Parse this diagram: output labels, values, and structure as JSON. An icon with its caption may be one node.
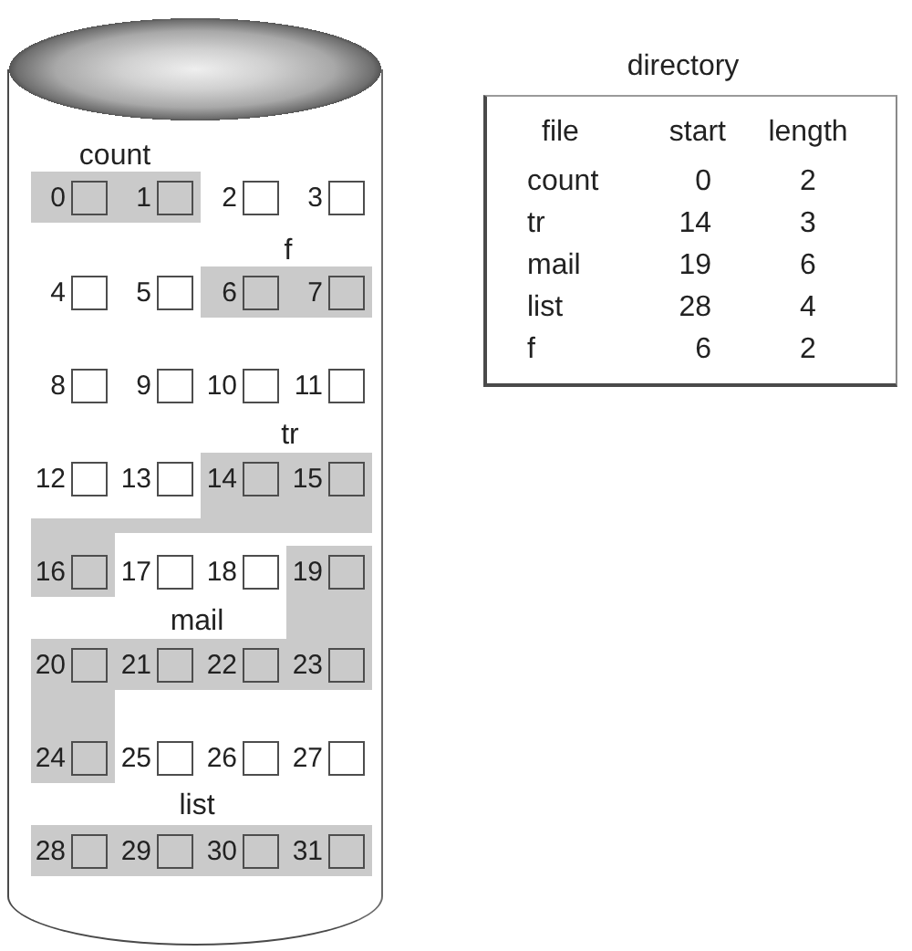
{
  "diagram": {
    "nodes": [
      {
        "text": [
          "count",
          "f",
          "tr",
          "mail",
          "list"
        ]
      },
      {
        "text": [],
        "shape": "box",
        "beside": [
          "0"
        ],
        "in": 0
      },
      {
        "text": [],
        "shape": "box",
        "beside": [
          "1"
        ],
        "in": 0
      },
      {
        "text": [],
        "shape": "box",
        "beside": [
          "2"
        ],
        "in": 0
      },
      {
        "text": [],
        "shape": "box",
        "beside": [
          "3"
        ],
        "in": 0
      },
      {
        "text": [],
        "shape": "box",
        "beside": [
          "4"
        ],
        "in": 0
      },
      {
        "text": [],
        "shape": "box",
        "beside": [
          "5"
        ],
        "in": 0
      },
      {
        "text": [],
        "shape": "box",
        "beside": [
          "6"
        ],
        "in": 0
      },
      {
        "text": [],
        "shape": "box",
        "beside": [
          "7"
        ],
        "in": 0
      },
      {
        "text": [],
        "shape": "box",
        "beside": [
          "8"
        ],
        "in": 0
      },
      {
        "text": [],
        "shape": "box",
        "beside": [
          "9"
        ],
        "in": 0
      },
      {
        "text": [],
        "shape": "box",
        "beside": [
          "10"
        ],
        "in": 0
      },
      {
        "text": [],
        "shape": "box",
        "beside": [
          "11"
        ],
        "in": 0
      },
      {
        "text": [],
        "shape": "box",
        "beside": [
          "12"
        ],
        "in": 0
      },
      {
        "text": [],
        "shape": "box",
        "beside": [
          "13"
        ],
        "in": 0
      },
      {
        "text": [],
        "shape": "box",
        "beside": [
          "14"
        ],
        "in": 0
      },
      {
        "text": [],
        "shape": "box",
        "beside": [
          "15"
        ],
        "in": 0
      },
      {
        "text": [],
        "shape": "box",
        "beside": [
          "16"
        ],
        "in": 0
      },
      {
        "text": [],
        "shape": "box",
        "beside": [
          "17"
        ],
        "in": 0
      },
      {
        "text": [],
        "shape": "box",
        "beside": [
          "18"
        ],
        "in": 0
      },
      {
        "text": [],
        "shape": "box",
        "beside": [
          "19"
        ],
        "in": 0
      },
      {
        "text": [],
        "shape": "box",
        "beside": [
          "20"
        ],
        "in": 0
      },
      {
        "text": [],
        "shape": "box",
        "beside": [
          "21"
        ],
        "in": 0
      },
      {
        "text": [],
        "shape": "box",
        "beside": [
          "22"
        ],
        "in": 0
      },
      {
        "text": [],
        "shape": "box",
        "beside": [
          "23"
        ],
        "in": 0
      },
      {
        "text": [],
        "shape": "box",
        "beside": [
          "24"
        ],
        "in": 0
      },
      {
        "text": [],
        "shape": "box",
        "beside": [
          "25"
        ],
        "in": 0
      },
      {
        "text": [],
        "shape": "box",
        "beside": [
          "26"
        ],
        "in": 0
      },
      {
        "text": [],
        "shape": "box",
        "beside": [
          "27"
        ],
        "in": 0
      },
      {
        "text": [],
        "shape": "box",
        "beside": [
          "28"
        ],
        "in": 0
      },
      {
        "text": [],
        "shape": "box",
        "beside": [
          "29"
        ],
        "in": 0
      },
      {
        "text": [],
        "shape": "box",
        "beside": [
          "30"
        ],
        "in": 0
      },
      {
        "text": [],
        "shape": "box",
        "beside": [
          "31"
        ],
        "in": 0
      },
      {
        "text": [
          "directory",
          "file",
          "start",
          "length",
          "count",
          "0",
          "2",
          "tr",
          "14",
          "3",
          "mail",
          "19",
          "6",
          "list",
          "28",
          "4",
          "f",
          "6",
          "2"
        ]
      }
    ]
  }
}
